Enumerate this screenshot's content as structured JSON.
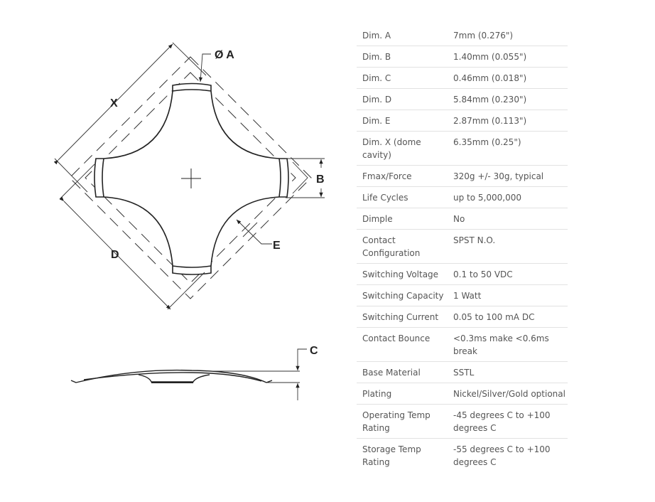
{
  "drawing": {
    "labels": {
      "a": "Ø A",
      "b": "B",
      "c": "C",
      "d": "D",
      "e": "E",
      "x": "X"
    }
  },
  "specs": [
    {
      "label": "Dim. A",
      "value": "7mm (0.276\")"
    },
    {
      "label": "Dim. B",
      "value": "1.40mm (0.055\")"
    },
    {
      "label": "Dim. C",
      "value": "0.46mm (0.018\")"
    },
    {
      "label": "Dim. D",
      "value": "5.84mm (0.230\")"
    },
    {
      "label": "Dim. E",
      "value": "2.87mm (0.113\")"
    },
    {
      "label": "Dim. X (dome cavity)",
      "value": "6.35mm (0.25\")"
    },
    {
      "label": "Fmax/Force",
      "value": "320g +/- 30g, typical"
    },
    {
      "label": "Life Cycles",
      "value": "up to 5,000,000"
    },
    {
      "label": "Dimple",
      "value": "No"
    },
    {
      "label": "Contact Configuration",
      "value": "SPST N.O."
    },
    {
      "label": "Switching Voltage",
      "value": "0.1 to 50 VDC"
    },
    {
      "label": "Switching Capacity",
      "value": "1 Watt"
    },
    {
      "label": "Switching Current",
      "value": "0.05 to 100 mA DC"
    },
    {
      "label": "Contact Bounce",
      "value": "<0.3ms make <0.6ms break"
    },
    {
      "label": "Base Material",
      "value": "SSTL"
    },
    {
      "label": "Plating",
      "value": "Nickel/Silver/Gold optional"
    },
    {
      "label": "Operating Temp Rating",
      "value": "-45 degrees C to +100 degrees C"
    },
    {
      "label": "Storage Temp Rating",
      "value": "-55 degrees C to +100 degrees C"
    }
  ]
}
